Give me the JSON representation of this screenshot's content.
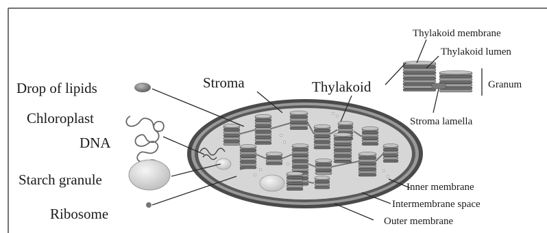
{
  "labels": {
    "drop_of_lipids": "Drop of lipids",
    "chloroplast": "Chloroplast",
    "dna": "DNA",
    "starch_granule": "Starch granule",
    "ribosome": "Ribosome",
    "stroma": "Stroma",
    "thylakoid": "Thylakoid",
    "thylakoid_membrane": "Thylakoid membrane",
    "thylakoid_lumen": "Thylakoid lumen",
    "granum": "Granum",
    "stroma_lamella": "Stroma lamella",
    "inner_membrane": "Inner membrane",
    "intermembrane_space": "Intermembrane space",
    "outer_membrane": "Outer membrane"
  },
  "colors": {
    "outer_membrane": "#3a3a3a",
    "stroma_fill": "#d9d9d9",
    "granum_light": "#b8b8b8",
    "granum_dark": "#6e6e6e",
    "starch": "#e6e6e6",
    "lipid": "#8c8c8c",
    "leader_line": "#2a2a2a"
  }
}
